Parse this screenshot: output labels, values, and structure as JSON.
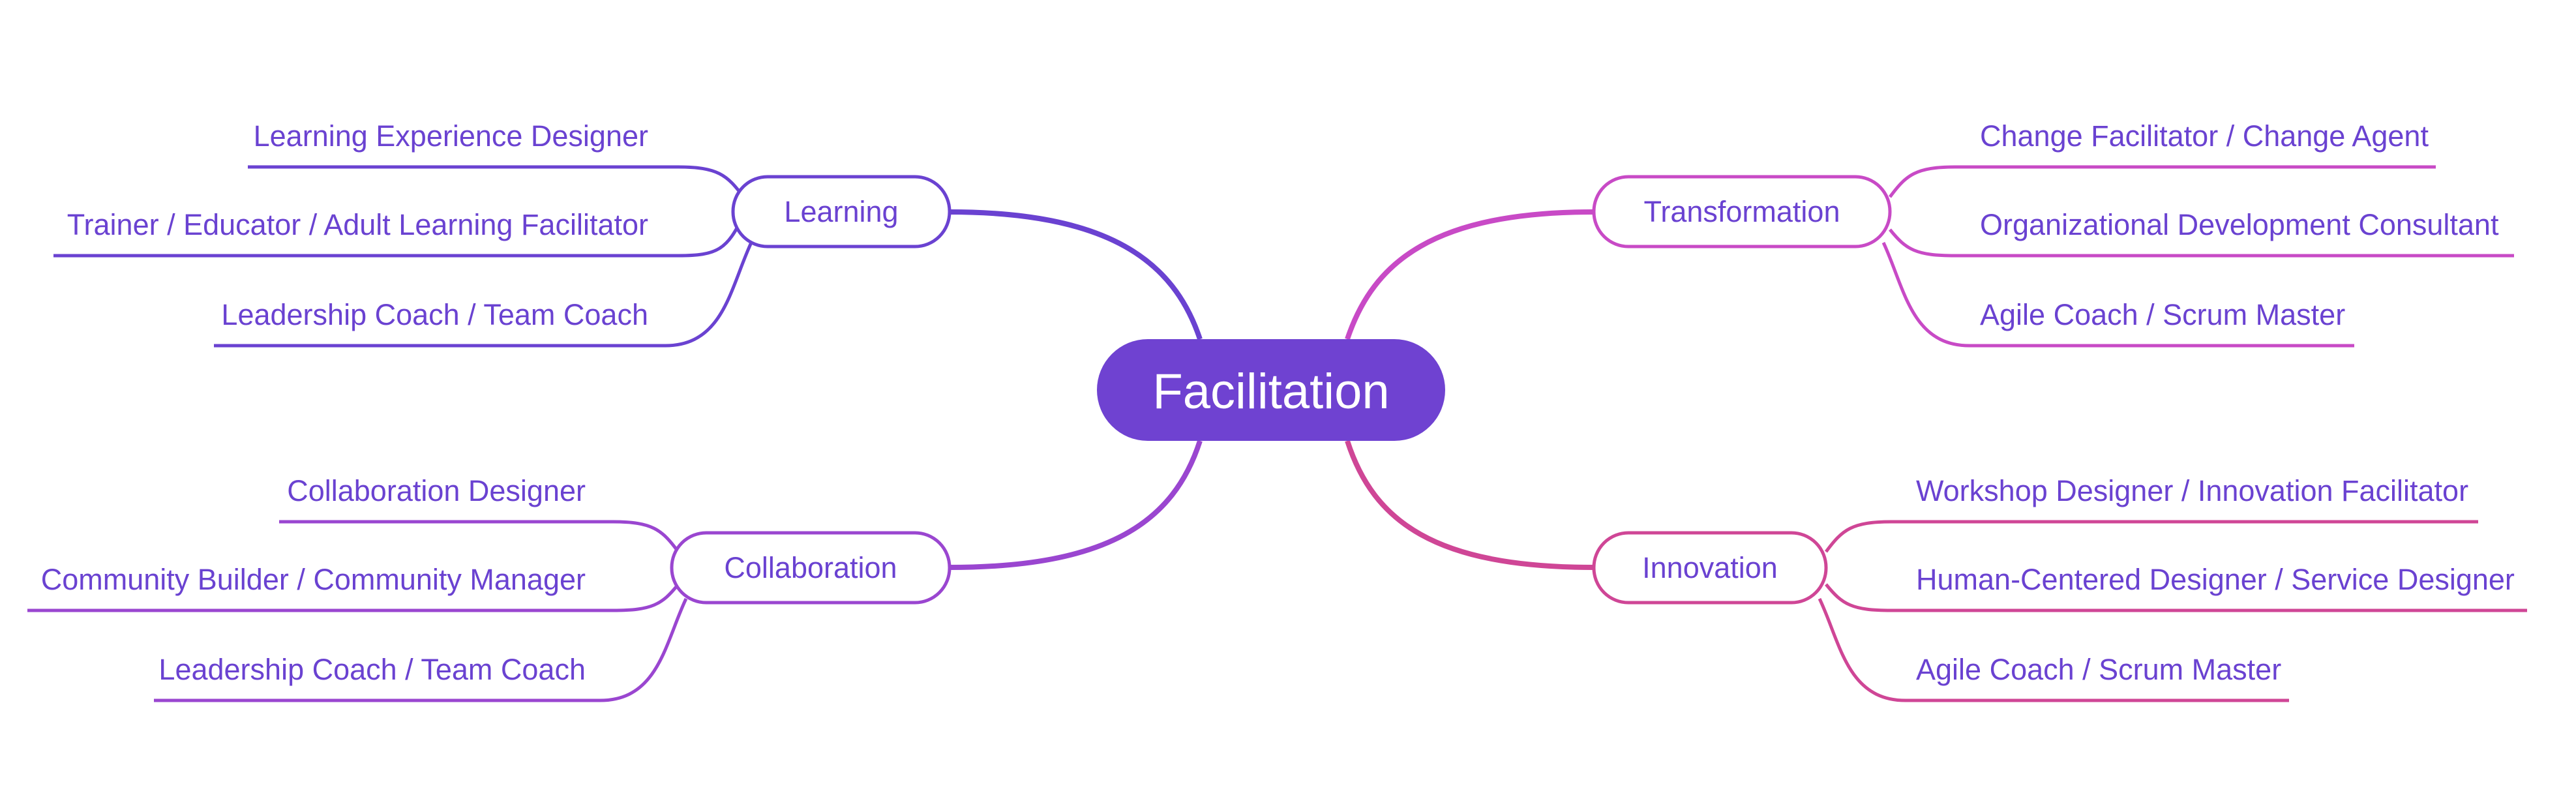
{
  "root": {
    "label": "Facilitation",
    "color": "#6F42D1"
  },
  "branches": [
    {
      "label": "Learning",
      "color": "#6A42D1",
      "leaves": [
        "Learning Experience Designer",
        "Trainer / Educator / Adult Learning Facilitator",
        "Leadership Coach / Team Coach"
      ]
    },
    {
      "label": "Transformation",
      "color": "#C84AC6",
      "leaves": [
        "Change Facilitator / Change Agent",
        "Organizational Development Consultant",
        "Agile Coach / Scrum Master"
      ]
    },
    {
      "label": "Collaboration",
      "color": "#9A46D0",
      "leaves": [
        "Collaboration Designer",
        "Community Builder / Community Manager",
        "Leadership Coach / Team Coach"
      ]
    },
    {
      "label": "Innovation",
      "color": "#CF4696",
      "leaves": [
        "Workshop Designer / Innovation Facilitator",
        "Human-Centered Designer / Service Designer",
        "Agile Coach / Scrum Master"
      ]
    }
  ],
  "text_color": "#6A42D1"
}
